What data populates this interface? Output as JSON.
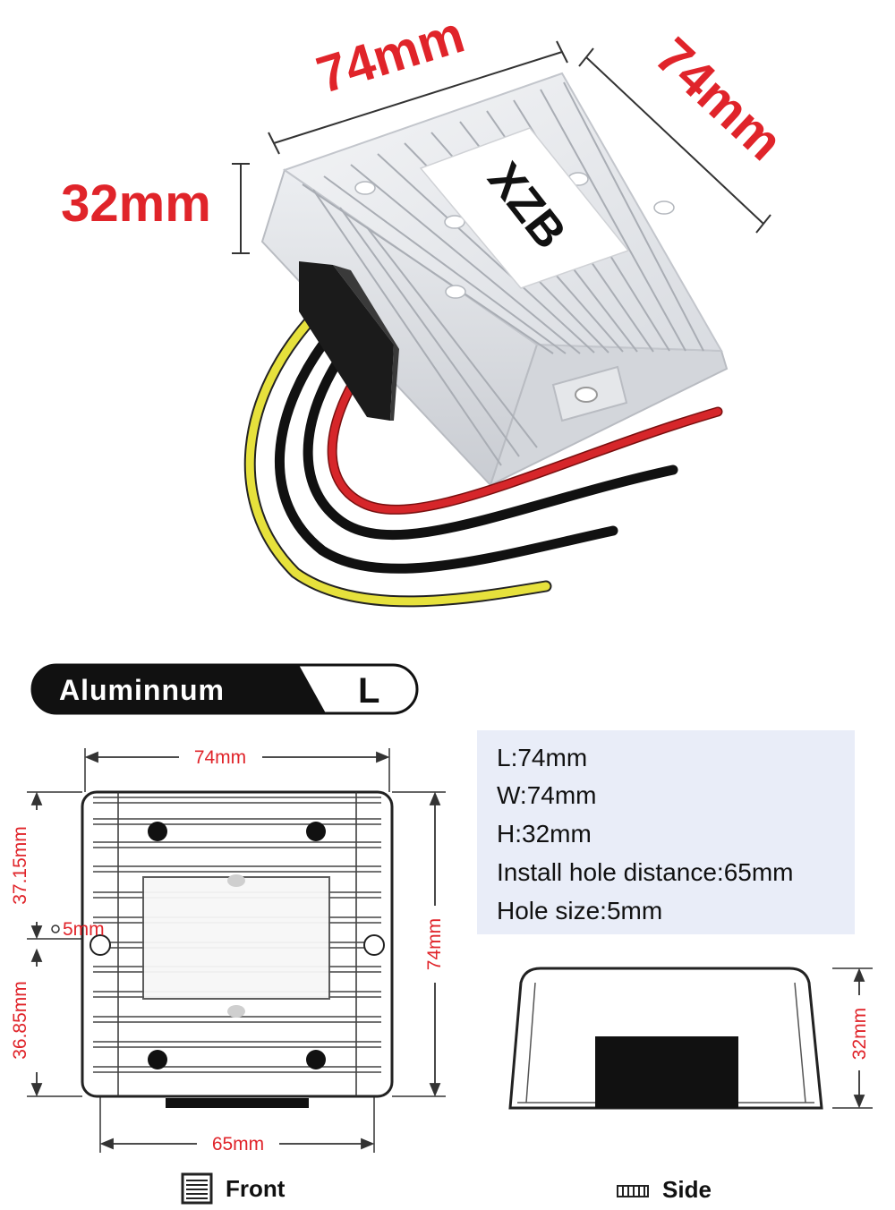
{
  "product": {
    "brand_label": "XZB",
    "dim_length": "74mm",
    "dim_width": "74mm",
    "dim_height": "32mm",
    "accent_color": "#e0242a",
    "wire_colors": [
      "#e6e13c",
      "#222222",
      "#222222",
      "#d6262a"
    ]
  },
  "material_tag": {
    "label": "Aluminnum",
    "size_code": "L"
  },
  "front_view": {
    "top_dim": "74mm",
    "upper_offset": "37.15mm",
    "hole_label": "5mm",
    "lower_offset": "36.85mm",
    "right_dim": "74mm",
    "bottom_dim": "65mm",
    "caption": "Front",
    "caption_icon": "front-view-icon"
  },
  "specs": [
    "L:74mm",
    "W:74mm",
    "H:32mm",
    "Install hole distance:65mm",
    "Hole size:5mm"
  ],
  "side_view": {
    "height_dim": "32mm",
    "caption": "Side",
    "caption_icon": "side-view-icon"
  }
}
